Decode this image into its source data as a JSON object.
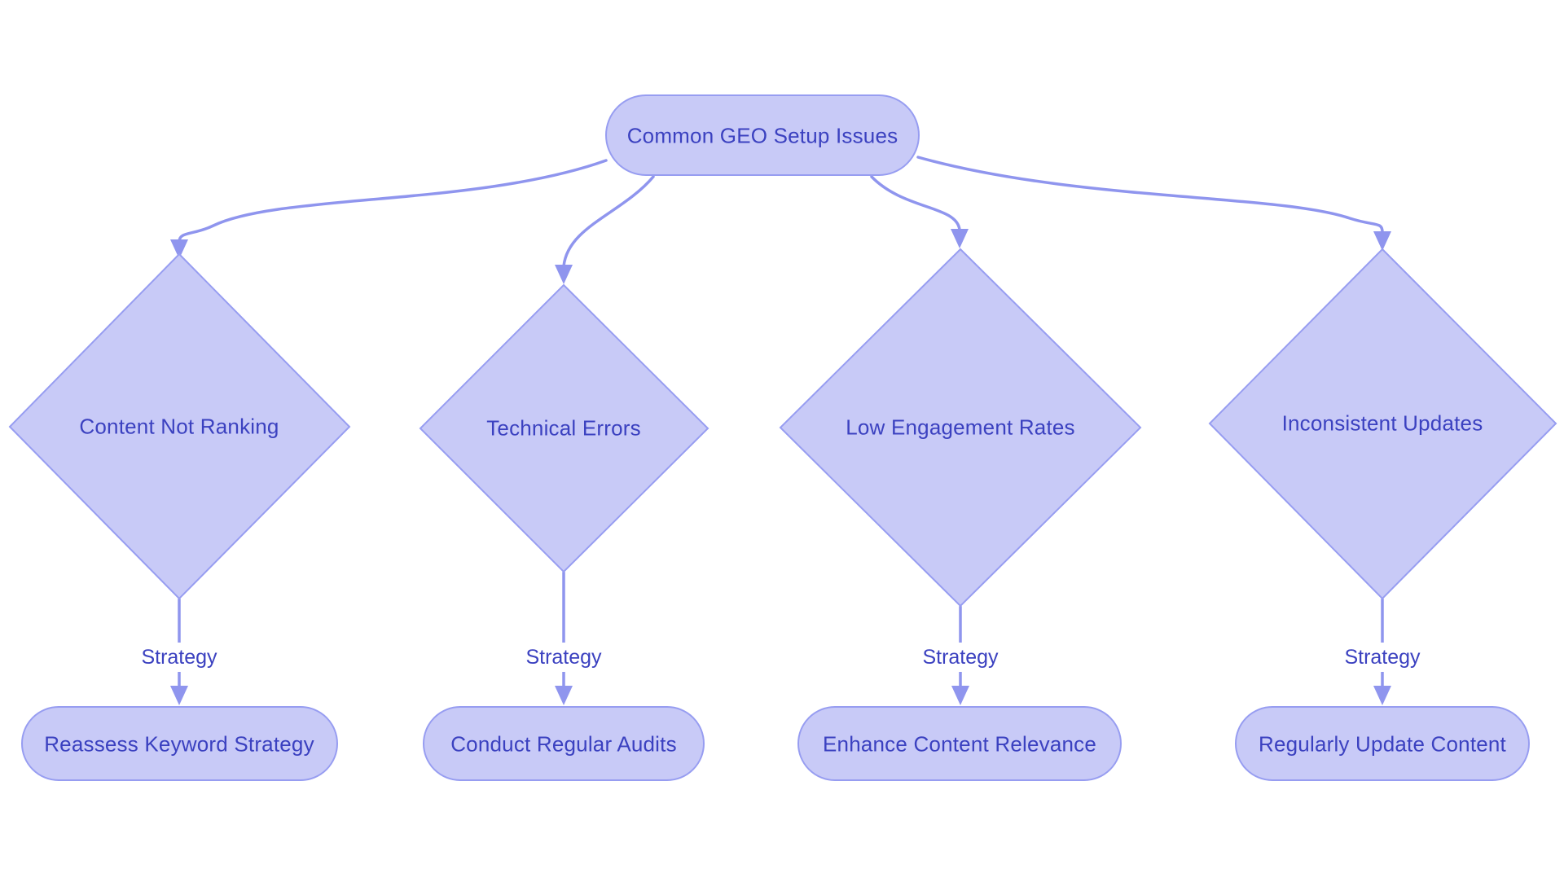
{
  "diagram": {
    "root": {
      "label": "Common GEO Setup Issues"
    },
    "branches": [
      {
        "issue": "Content Not Ranking",
        "edge_label": "Strategy",
        "strategy": "Reassess Keyword Strategy"
      },
      {
        "issue": "Technical Errors",
        "edge_label": "Strategy",
        "strategy": "Conduct Regular Audits"
      },
      {
        "issue": "Low Engagement Rates",
        "edge_label": "Strategy",
        "strategy": "Enhance Content Relevance"
      },
      {
        "issue": "Inconsistent Updates",
        "edge_label": "Strategy",
        "strategy": "Regularly Update Content"
      }
    ]
  },
  "colors": {
    "node_fill": "#c8caf7",
    "node_border": "#979df1",
    "edge": "#8f95ee",
    "text": "#3b41c0",
    "background": "#ffffff"
  }
}
